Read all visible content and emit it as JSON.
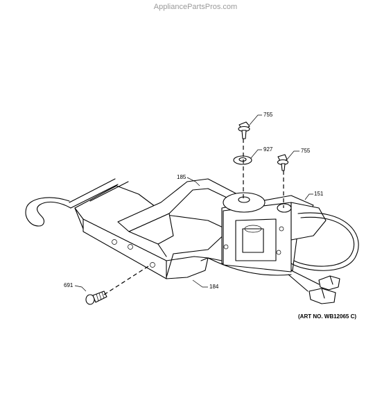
{
  "watermark": "AppliancePartsPros.com",
  "art_number": "(ART NO. WB12065 C)",
  "callouts": {
    "c755_top": "755",
    "c927": "927",
    "c755_right": "755",
    "c185": "185",
    "c151": "151",
    "c691": "691",
    "c184": "184"
  }
}
